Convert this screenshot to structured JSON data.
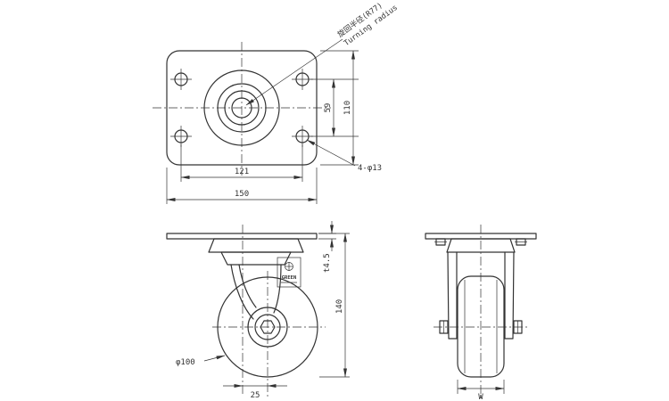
{
  "meta": {
    "background": "#ffffff",
    "line_color": "#333333",
    "drawing_type": "swivel caster engineering drawing, three views"
  },
  "top_view": {
    "annotation_turning_radius_jp": "旋回半径(R77)",
    "annotation_turning_radius_en": "Turning radius",
    "dim_hole_pitch_vertical": "59",
    "dim_plate_height": "110",
    "dim_hole_pitch_horizontal": "121",
    "dim_plate_width": "150",
    "label_bolt_holes": "4-φ13"
  },
  "front_view": {
    "dim_plate_thickness": "t4.5",
    "dim_total_height": "140",
    "label_wheel_diameter": "φ100",
    "dim_swivel_offset": "25",
    "brand_label": "GREEN"
  },
  "side_view": {
    "dim_tread_width": "W"
  }
}
